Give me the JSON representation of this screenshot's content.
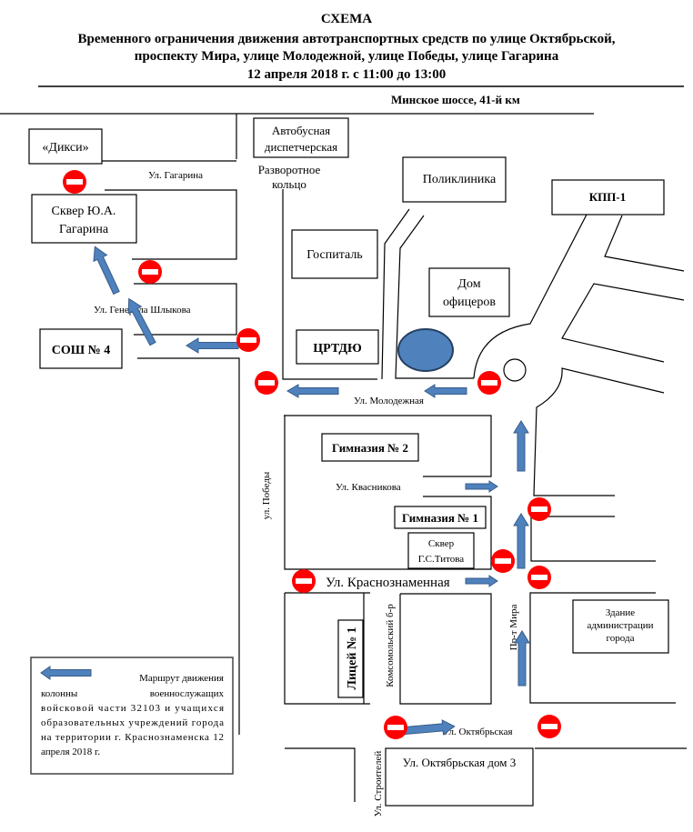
{
  "header": {
    "title": "СХЕМА",
    "subtitle_line1": "Временного ограничения движения автотранспортных средств по улице Октябрьской,",
    "subtitle_line2": "проспекту Мира, улице Молодежной, улице Победы, улице Гагарина",
    "date_line": "12 апреля 2018 г. с 11:00 до 13:00",
    "highway": "Минское шоссе,  41-й км"
  },
  "buildings": {
    "dixi": "«Дикси»",
    "skver_gagarin_1": "Сквер Ю.А.",
    "skver_gagarin_2": "Гагарина",
    "sosh4": "СОШ № 4",
    "bus_1": "Автобусная",
    "bus_2": "диспетчерская",
    "hospital": "Госпиталь",
    "crtdu": "ЦРТДЮ",
    "polyclinic": "Поликлиника",
    "officers_1": "Дом",
    "officers_2": "офицеров",
    "kpp1": "КПП-1",
    "gym2": "Гимназия № 2",
    "gym1": "Гимназия № 1",
    "skver_titov_1": "Сквер",
    "skver_titov_2": "Г.С.Титова",
    "lyceum1": "Лицей № 1",
    "admin_1": "Здание",
    "admin_2": "администрации",
    "admin_3": "города",
    "oktyabrskaya3": "Ул. Октябрьская дом 3"
  },
  "streets": {
    "turn_1": "Разворотное",
    "turn_2": "кольцо",
    "gagarina": "Ул. Гагарина",
    "shlykova": "Ул. Генерала Шлыкова",
    "molodezhnaya": "Ул. Молодежная",
    "pobedy": "ул. Победы",
    "kvasnikova": "Ул. Квасникова",
    "krasnoznamennaya": "Ул. Краснознаменная",
    "komsomolsky": "Комсомольский б-р",
    "mira": "Пр-т Мира",
    "oktyabrskaya": "Ул. Октябрьская",
    "stroiteley": "Ул. Строителей"
  },
  "legend": {
    "line1": "Маршрут движения",
    "line2a": "колонны",
    "line2b": "военнослужащих",
    "line3": "войсковой части 32103 и учащихся",
    "line4": "образовательных учреждений города",
    "line5": "на территории г. Краснознаменска 12",
    "line6": "апреля 2018  г."
  },
  "colors": {
    "route_arrow": "#4f81bd",
    "no_entry_sign": "#ff0000",
    "marker_ellipse": "#4f81bd"
  },
  "icons": {
    "no_entry": "no-entry-sign-icon",
    "route": "route-arrow-icon"
  }
}
